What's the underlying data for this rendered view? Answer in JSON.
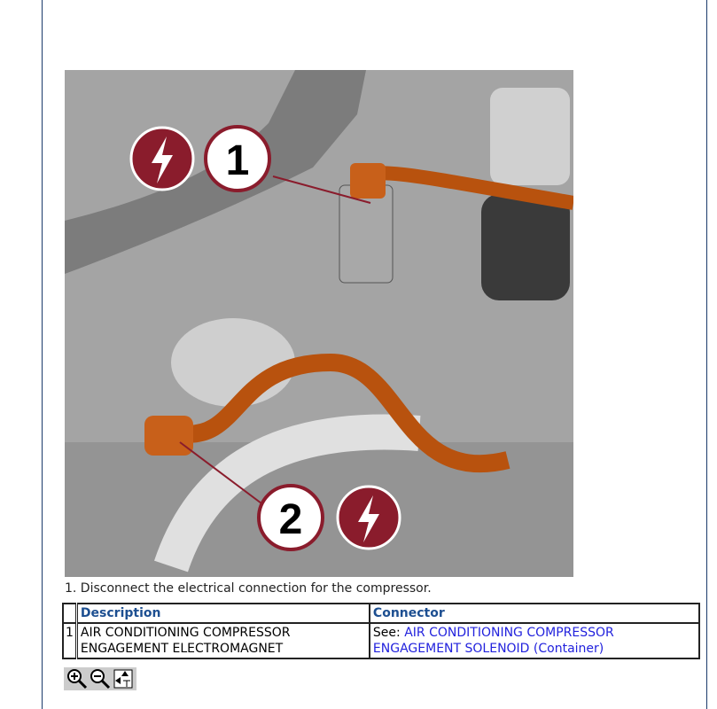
{
  "figure": {
    "callouts": [
      "1",
      "2"
    ],
    "icon": "electrical-lightning-icon",
    "accent": "#8a1c2c",
    "cable_color": "#b8520e"
  },
  "step": "1. Disconnect the electrical connection for the compressor.",
  "table": {
    "headers": [
      "",
      "Description",
      "Connector"
    ],
    "rows": [
      {
        "index": "1",
        "description": "AIR CONDITIONING COMPRESSOR ENGAGEMENT ELECTROMAGNET",
        "see": "See:",
        "link": "AIR CONDITIONING COMPRESSOR ENGAGEMENT SOLENOID (Container)"
      }
    ]
  },
  "toolbar": {
    "icons": [
      "zoom-in-icon",
      "zoom-out-icon",
      "fit-icon"
    ]
  }
}
